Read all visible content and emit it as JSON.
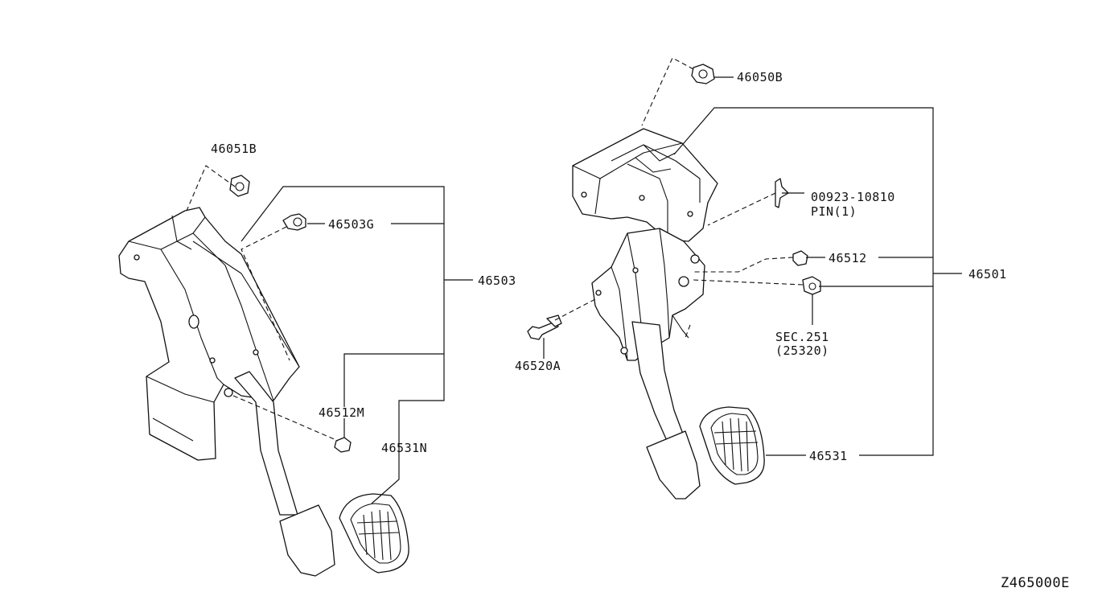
{
  "diagram_id": "Z465000E",
  "callouts": {
    "p46051B": "46051B",
    "p46503G": "46503G",
    "p46503": "46503",
    "p46512M": "46512M",
    "p46531N": "46531N",
    "p46050B": "46050B",
    "p00923": "00923-10810",
    "pin": "PIN(1)",
    "p46512": "46512",
    "p46501": "46501",
    "p46520A": "46520A",
    "sec": "SEC.251",
    "sec_sub": "(25320)",
    "p46531": "46531"
  }
}
